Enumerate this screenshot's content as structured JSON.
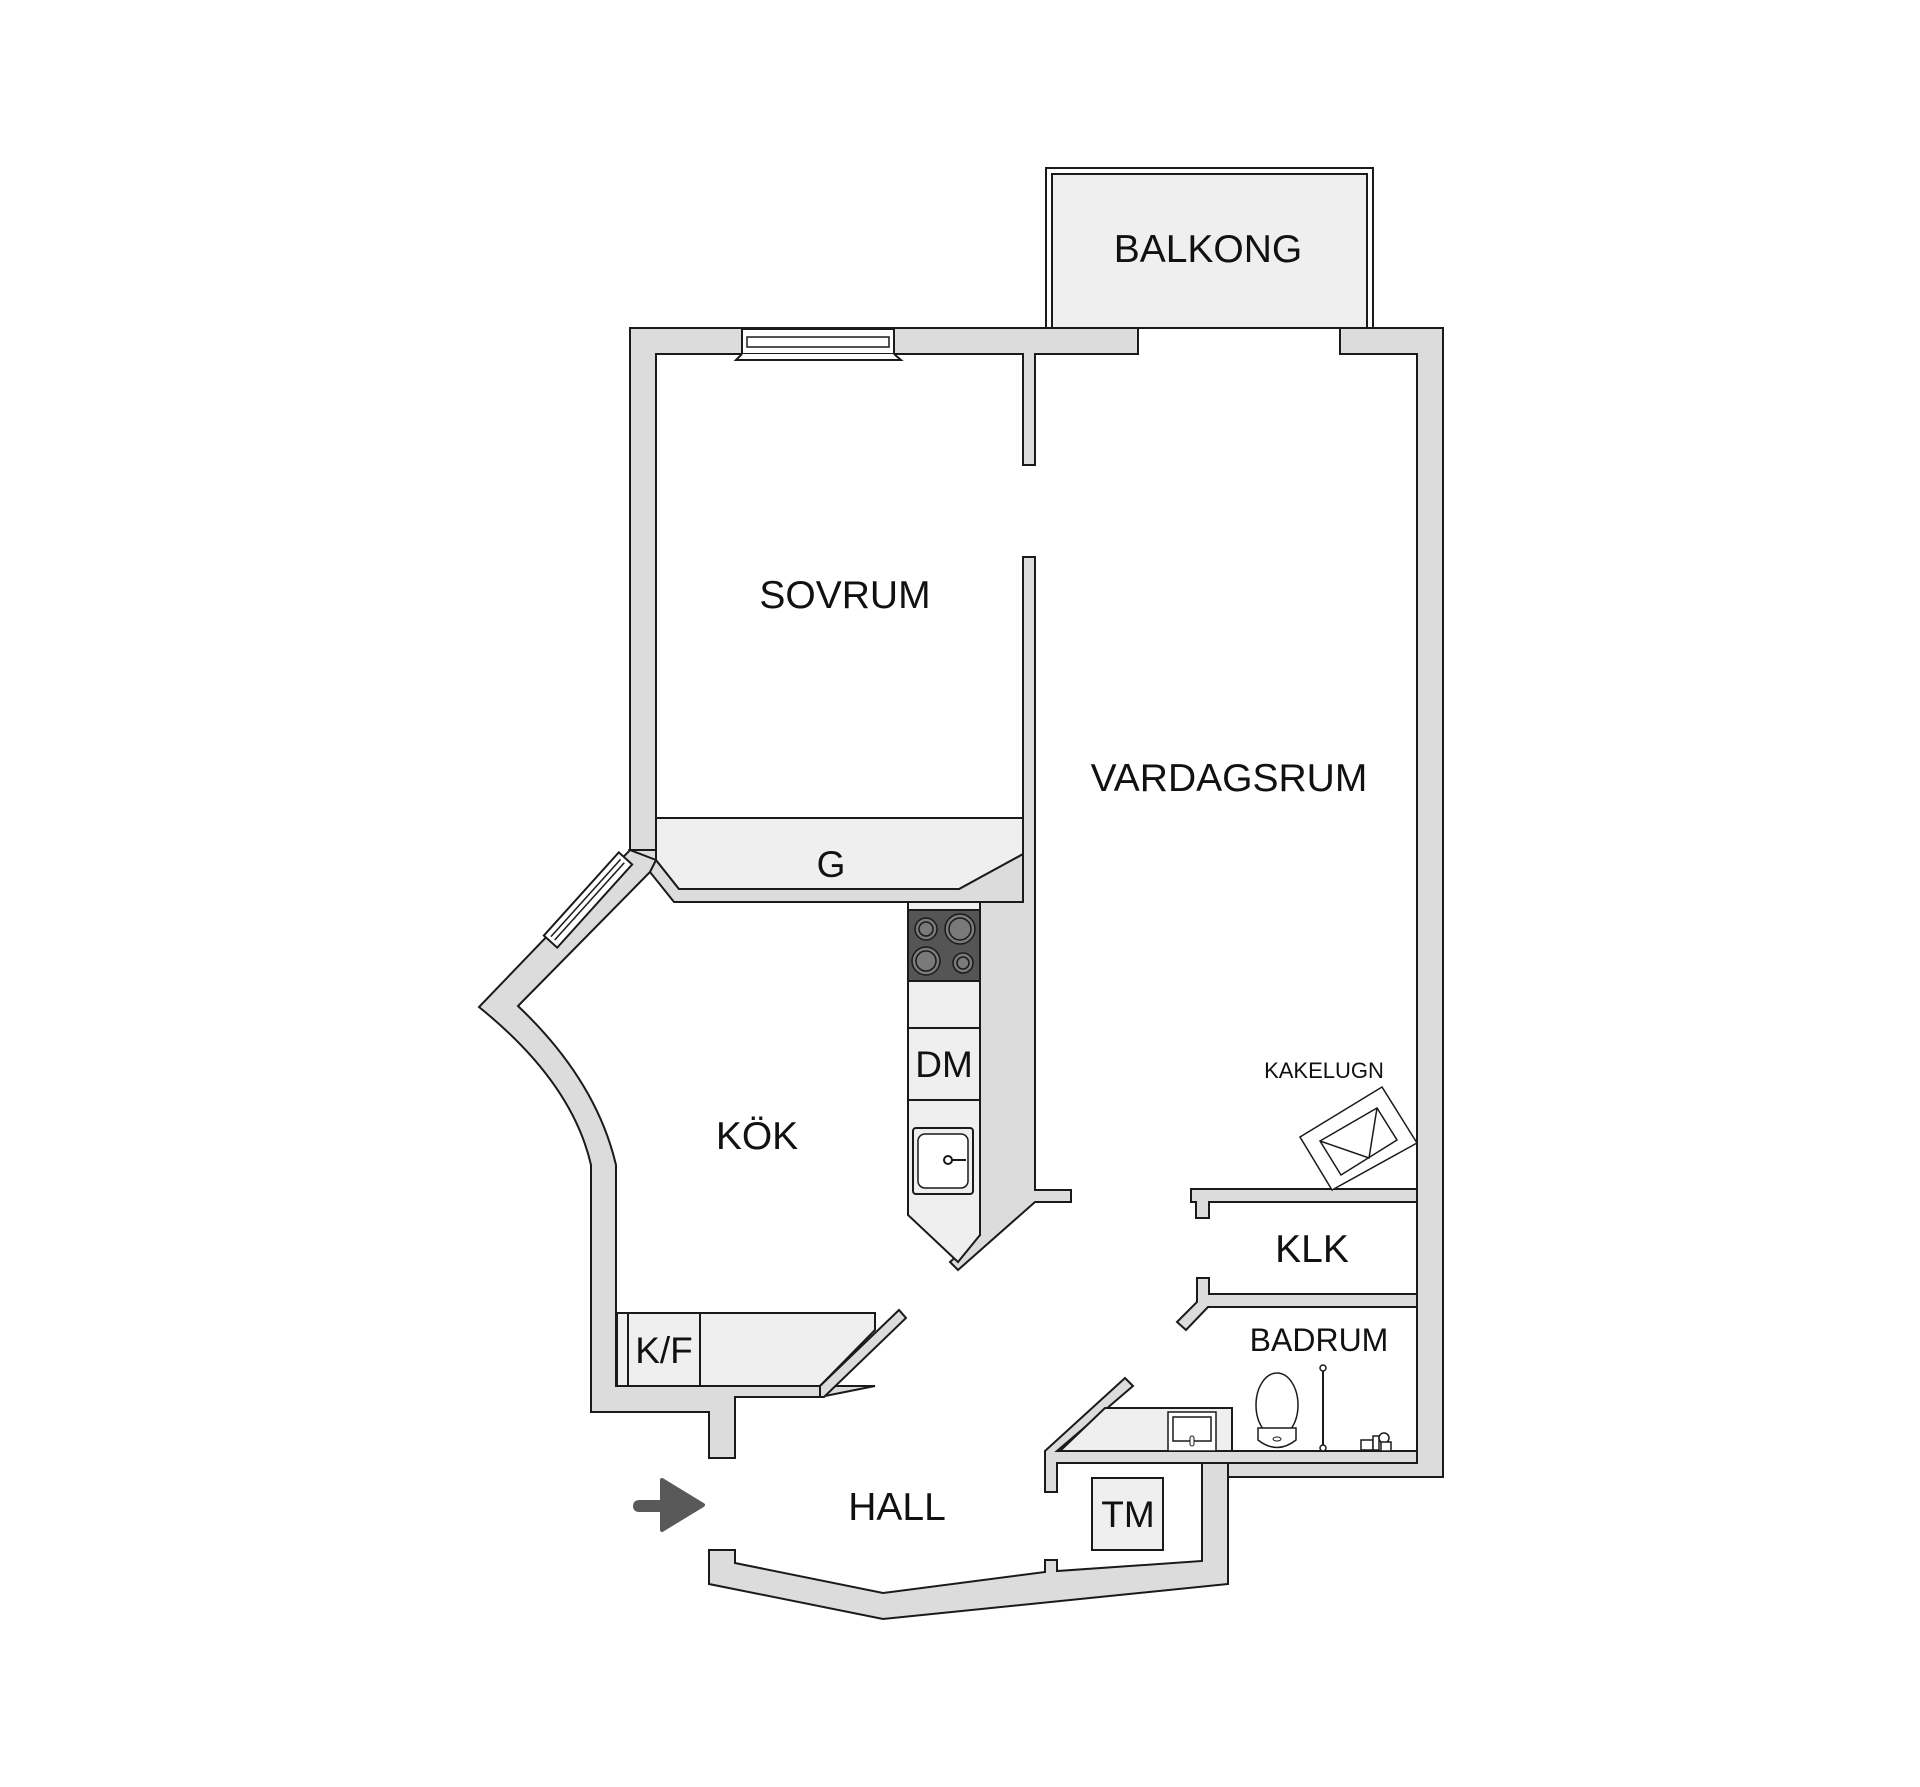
{
  "floorplan": {
    "rooms": {
      "balkong": "BALKONG",
      "sovrum": "SOVRUM",
      "vardagsrum": "VARDAGSRUM",
      "garderob": "G",
      "kok": "KÖK",
      "diskmaskin": "DM",
      "kyl_frys": "K/F",
      "hall": "HALL",
      "tvattmaskin": "TM",
      "klk": "KLK",
      "badrum": "BADRUM",
      "kakelugn": "KAKELUGN"
    },
    "entrance": {
      "icon": "entrance-arrow-icon"
    },
    "colors": {
      "wall_fill": "#dcdcdc",
      "fixture_fill": "#efefef",
      "stove_fill": "#555555",
      "arrow": "#595959",
      "outline": "#1a1a1a",
      "background": "#ffffff"
    }
  }
}
